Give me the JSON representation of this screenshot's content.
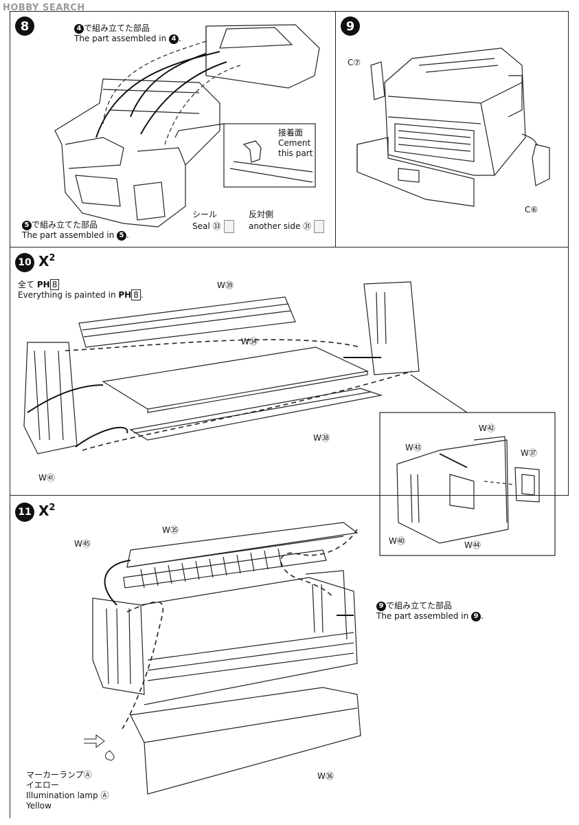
{
  "watermark": "HOBBY SEARCH",
  "step8": {
    "number": "8",
    "note_top_jp": "で組み立てた部品",
    "note_top_en": "The part assembled in",
    "note_top_ref": "4",
    "note_bottom_jp": "で組み立てた部品",
    "note_bottom_en": "The part assembled in",
    "note_bottom_ref": "5",
    "cement_jp": "接着面",
    "cement_en1": "Cement",
    "cement_en2": "this part",
    "seal_jp": "シール",
    "seal_en": "Seal",
    "seal_num": "㉝",
    "other_jp": "反対側",
    "other_en": "another side",
    "other_num": "㉛"
  },
  "step9": {
    "number": "9",
    "label_c7": "C⑦",
    "label_c6": "C⑥"
  },
  "step10": {
    "number": "10",
    "x_mark": "X",
    "x_num": "2",
    "paint_jp": "全て",
    "paint_en": "Everything is painted in",
    "paint_code": "PH",
    "paint_num": "8",
    "labels": {
      "w39": "W㊴",
      "w34": "W㉞",
      "w38": "W㊳",
      "w41": "W㊶",
      "w42": "W㊷",
      "w43": "W㊸",
      "w37": "W㊲",
      "w40": "W㊵",
      "w44": "W㊹"
    }
  },
  "step11": {
    "number": "11",
    "x_mark": "X",
    "x_num": "2",
    "labels": {
      "w35": "W㉟",
      "w45": "W㊺",
      "w36": "W㊱"
    },
    "assembled_jp": "で組み立てた部品",
    "assembled_en": "The part assembled in",
    "assembled_ref": "9",
    "lamp_jp1": "マーカーランプⒶ",
    "lamp_jp2": "イエロー",
    "lamp_en1": "Illumination lamp Ⓐ",
    "lamp_en2": "Yellow"
  }
}
